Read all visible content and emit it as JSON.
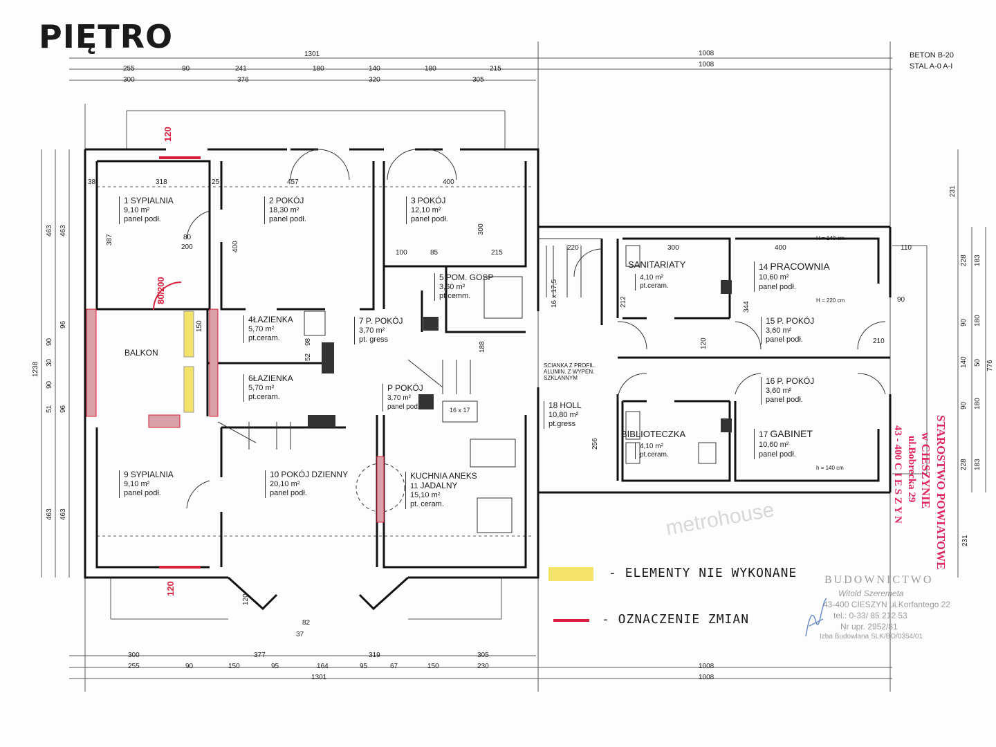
{
  "title": "PIĘTRO",
  "spec": {
    "beton": "BETON  B-20",
    "stal": "STAL   A-0 A-I"
  },
  "colors": {
    "wall": "#111111",
    "not_done": "#f3e36a",
    "change": "#d8203c",
    "stamp_red": "#e0245e"
  },
  "dims_top": {
    "row1": [
      "1301",
      "1008"
    ],
    "row1b": [
      "1008"
    ],
    "row2": [
      "255",
      "90",
      "241",
      "180",
      "140",
      "180",
      "215"
    ],
    "row3": [
      "300",
      "376",
      "320",
      "305"
    ]
  },
  "dims_bottom": {
    "row1": [
      "300",
      "377",
      "319",
      "305"
    ],
    "row2": [
      "255",
      "90",
      "150",
      "95",
      "164",
      "95",
      "67",
      "150",
      "230",
      "1008"
    ],
    "row3": [
      "1301",
      "1008"
    ]
  },
  "dims_left": [
    "463",
    "463",
    "1238",
    "463",
    "463",
    "96",
    "90",
    "30",
    "90",
    "51",
    "96"
  ],
  "dims_right": [
    "231",
    "228",
    "183",
    "90",
    "180",
    "140",
    "50",
    "776",
    "90",
    "180",
    "228",
    "183",
    "231"
  ],
  "dims_inner": [
    "318",
    "457",
    "400",
    "38",
    "25",
    "80",
    "200",
    "387",
    "400",
    "300",
    "100",
    "85",
    "215",
    "220",
    "300",
    "400",
    "110",
    "344",
    "212",
    "120",
    "90",
    "210",
    "256",
    "188",
    "150",
    "98",
    "52",
    "120",
    "82",
    "37"
  ],
  "rooms": [
    {
      "no": "1",
      "name": "SYPIALNIA",
      "area": "9,10 m²",
      "floor": "panel podł."
    },
    {
      "no": "2",
      "name": "POKÓJ",
      "area": "18,30 m²",
      "floor": "panel podł."
    },
    {
      "no": "3",
      "name": "POKÓJ",
      "area": "12,10 m²",
      "floor": "panel podł."
    },
    {
      "no": "5",
      "name": "POM. GOSP",
      "area": "3,60 m²",
      "floor": "pt.cemm."
    },
    {
      "no": "4",
      "name": "ŁAZIENKA",
      "area": "5,70 m²",
      "floor": "pt.ceram."
    },
    {
      "no": "7",
      "name": "P. POKÓJ",
      "area": "3,70 m²",
      "floor": "pt. gress"
    },
    {
      "no": "6",
      "name": "ŁAZIENKA",
      "area": "5,70 m²",
      "floor": "pt.ceram."
    },
    {
      "no": "",
      "name": "P POKÓJ",
      "area": "3,70 m²",
      "floor": "panel pod."
    },
    {
      "no": "",
      "name": "BALKON",
      "area": "",
      "floor": ""
    },
    {
      "no": "9",
      "name": "SYPIALNIA",
      "area": "9,10 m²",
      "floor": "panel podł."
    },
    {
      "no": "10",
      "name": "POKÓJ DZIENNY",
      "area": "20,10 m²",
      "floor": "panel podł."
    },
    {
      "no": "11",
      "name": "KUCHNIA ANEKS",
      "name2": "JADALNY",
      "area": "15,10 m²",
      "floor": "pt. ceram."
    },
    {
      "no": "18",
      "name": "HOLL",
      "area": "10,80 m²",
      "floor": "pt.gress"
    },
    {
      "no": "",
      "name": "SANITARIATY",
      "area": "4,10 m²",
      "floor": "pt.ceram."
    },
    {
      "no": "14",
      "name": "PRACOWNIA",
      "area": "10,60 m²",
      "floor": "panel podł."
    },
    {
      "no": "15",
      "name": "P. POKÓJ",
      "area": "3,60 m²",
      "floor": "panel podł."
    },
    {
      "no": "16",
      "name": "P. POKÓJ",
      "area": "3,60 m²",
      "floor": "panel podł."
    },
    {
      "no": "",
      "name": "BIBLIOTECZKA",
      "area": "4,10 m²",
      "floor": "pt.ceram."
    },
    {
      "no": "17",
      "name": "GABINET",
      "area": "10,60 m²",
      "floor": "panel podł."
    }
  ],
  "notes": {
    "partition": [
      "SCIANKA Z PROFIL.",
      "ALUMIN. Z WYPEN.",
      "SZKLANNYM"
    ],
    "stairs_top": "16 x 17,5",
    "stairs_mid": "16 x 17",
    "window_h1": "H = 140 cm",
    "window_h2": "H = 220 cm",
    "window_h3": "h = 140 cm",
    "red_marks": [
      "120",
      "80/200",
      "120"
    ]
  },
  "legend": {
    "not_done": "- ELEMENTY NIE WYKONANE",
    "changes": "- OZNACZENIE ZMIAN"
  },
  "stamps": {
    "red": [
      "STAROSTWO POWIATOWE",
      "w CIESZYNIE",
      "ul.Bobrecka 29",
      "43 - 400  C I E S Z Y N"
    ],
    "grey": [
      "BUDOWNICTWO",
      "Witold Szeremeta",
      "43-400 CIESZYN ul.Korfantego 22",
      "tel.: 0-33/ 85 212 53",
      "Nr upr. 2952/81",
      "Izba Budowlana SLK/BO/0354/01"
    ]
  },
  "watermark": "metrohouse"
}
